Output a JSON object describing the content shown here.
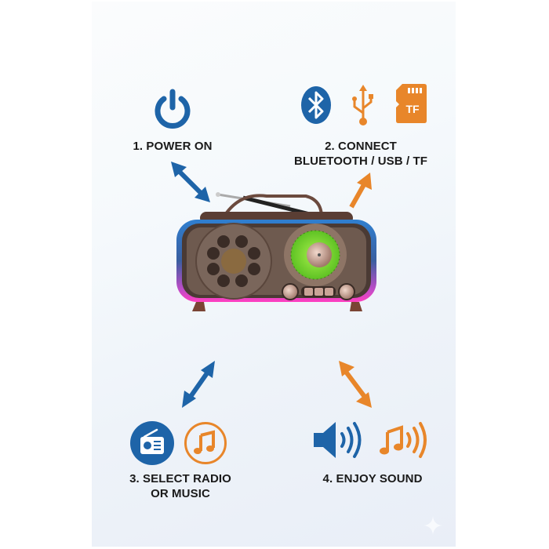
{
  "steps": [
    {
      "number": "1",
      "label": "1. POWER ON",
      "icons": [
        "power-icon"
      ]
    },
    {
      "number": "2",
      "label_line1": "2. CONNECT",
      "label_line2": "BLUETOOTH / USB / TF",
      "icons": [
        "bluetooth-icon",
        "usb-icon",
        "tf-card-icon"
      ],
      "tf_text": "TF"
    },
    {
      "number": "3",
      "label_line1": "3. SELECT RADIO",
      "label_line2": "OR MUSIC",
      "icons": [
        "radio-icon",
        "music-note-icon"
      ]
    },
    {
      "number": "4",
      "label": "4. ENJOY SOUND",
      "icons": [
        "speaker-volume-icon",
        "music-sound-icon"
      ]
    }
  ],
  "product": {
    "name": "retro-bluetooth-radio-speaker"
  },
  "colors": {
    "blue": "#1e64a8",
    "orange": "#e8862a",
    "text": "#1a1a1a",
    "dial_green": "#7ed321"
  }
}
